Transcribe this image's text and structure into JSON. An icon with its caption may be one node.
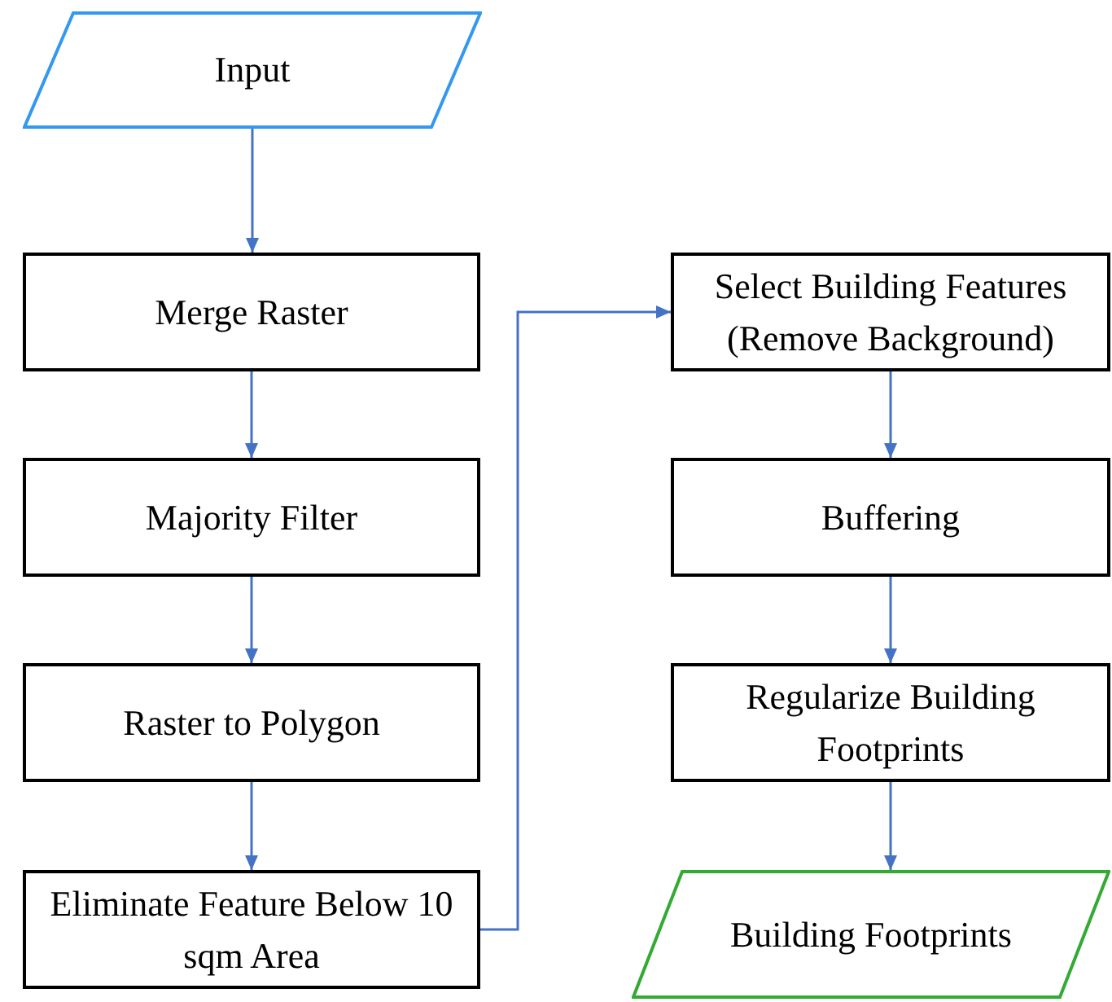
{
  "diagram": {
    "nodes": [
      {
        "text": [
          "Input"
        ]
      },
      {
        "text": [
          "Merge Raster"
        ]
      },
      {
        "text": [
          "Majority Filter"
        ]
      },
      {
        "text": [
          "Raster to Polygon"
        ]
      },
      {
        "text": [
          "Eliminate Feature Below 10 sqm Area"
        ]
      },
      {
        "text": [
          "Select Building Features (Remove Background)"
        ]
      },
      {
        "text": [
          "Buffering"
        ]
      },
      {
        "text": [
          "Regularize Building Footprints"
        ]
      },
      {
        "text": [
          "Building Footprints"
        ]
      }
    ],
    "edges": [
      {
        "from": 0,
        "to": 1,
        "arrow": "to"
      },
      {
        "from": 1,
        "to": 2,
        "arrow": "to"
      },
      {
        "from": 2,
        "to": 3,
        "arrow": "to"
      },
      {
        "from": 3,
        "to": 4,
        "arrow": "to"
      },
      {
        "from": 4,
        "to": 5,
        "arrow": "to"
      },
      {
        "from": 5,
        "to": 6,
        "arrow": "to"
      },
      {
        "from": 6,
        "to": 7,
        "arrow": "to"
      },
      {
        "from": 7,
        "to": 8,
        "arrow": "to"
      }
    ]
  }
}
